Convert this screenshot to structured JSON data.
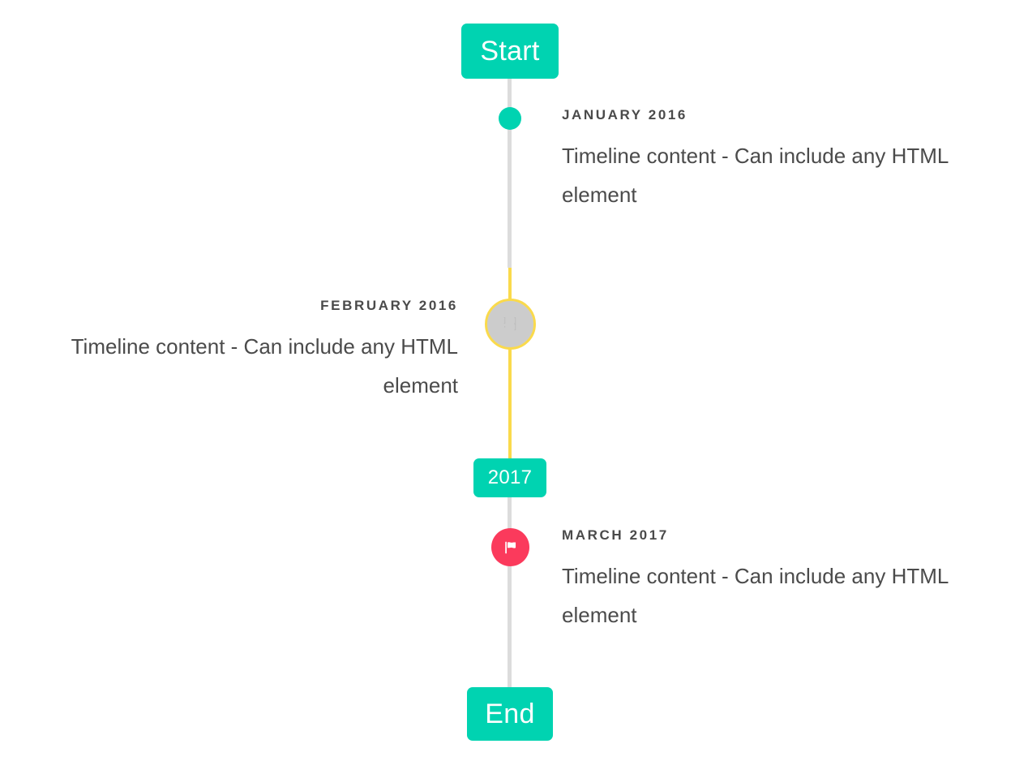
{
  "theme": {
    "accent_teal": "#00d3b1",
    "accent_yellow": "#fada4c",
    "accent_pink": "#fb3a5c",
    "rail_grey": "#dcdcdc",
    "marker_grey": "#cccccc",
    "text_dark": "#4a4a4a",
    "background": "#ffffff"
  },
  "caps": {
    "start_label": "Start",
    "middle_label": "2017",
    "end_label": "End"
  },
  "entries": [
    {
      "date": "January 2016",
      "body": "Timeline content - Can include any HTML element",
      "side": "right",
      "marker": "dot-icon",
      "marker_color": "#00d3b1"
    },
    {
      "date": "February 2016",
      "body": "Timeline content - Can include any HTML element",
      "side": "left",
      "marker": "missing-glyph-icon",
      "marker_color": "#cccccc",
      "marker_ring_color": "#fada4c",
      "glyph_line1": "] ]",
      "glyph_line2": "· ]"
    },
    {
      "date": "March 2017",
      "body": "Timeline content - Can include any HTML element",
      "side": "right",
      "marker": "flag-icon",
      "marker_color": "#fb3a5c"
    }
  ]
}
